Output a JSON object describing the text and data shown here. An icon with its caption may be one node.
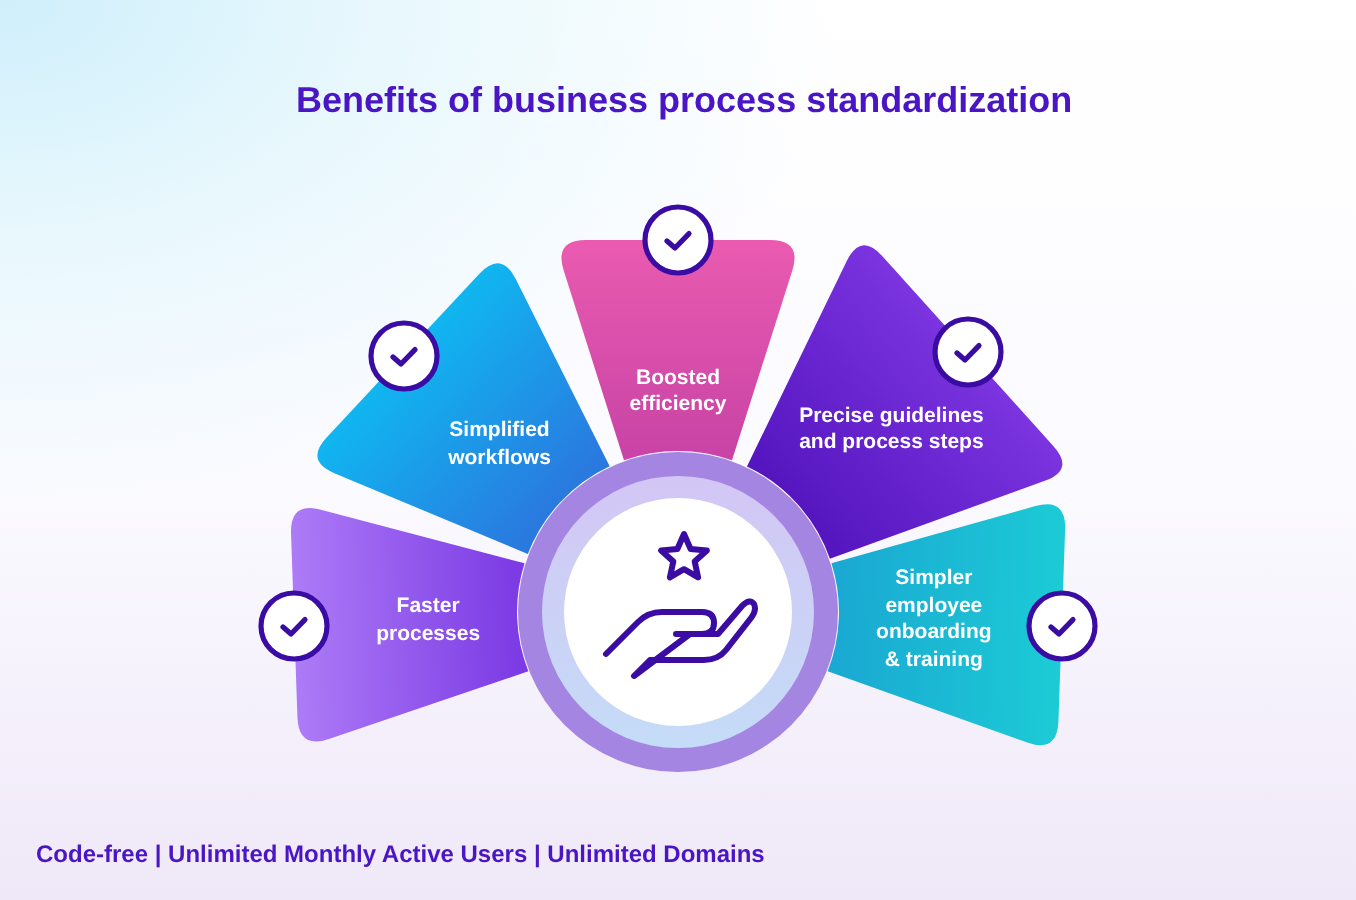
{
  "diagram": {
    "title": "Benefits of business process standardization",
    "nodes": [
      {
        "text": [
          "Faster processes"
        ]
      },
      {
        "text": [
          "Simplified workflows"
        ]
      },
      {
        "text": [
          "Boosted efficiency"
        ]
      },
      {
        "text": [
          "Precise guidelines and process steps"
        ]
      },
      {
        "text": [
          "Simpler employee onboarding & training"
        ]
      }
    ],
    "labels": [
      "Code-free | Unlimited Monthly Active Users | Unlimited Domains"
    ]
  }
}
